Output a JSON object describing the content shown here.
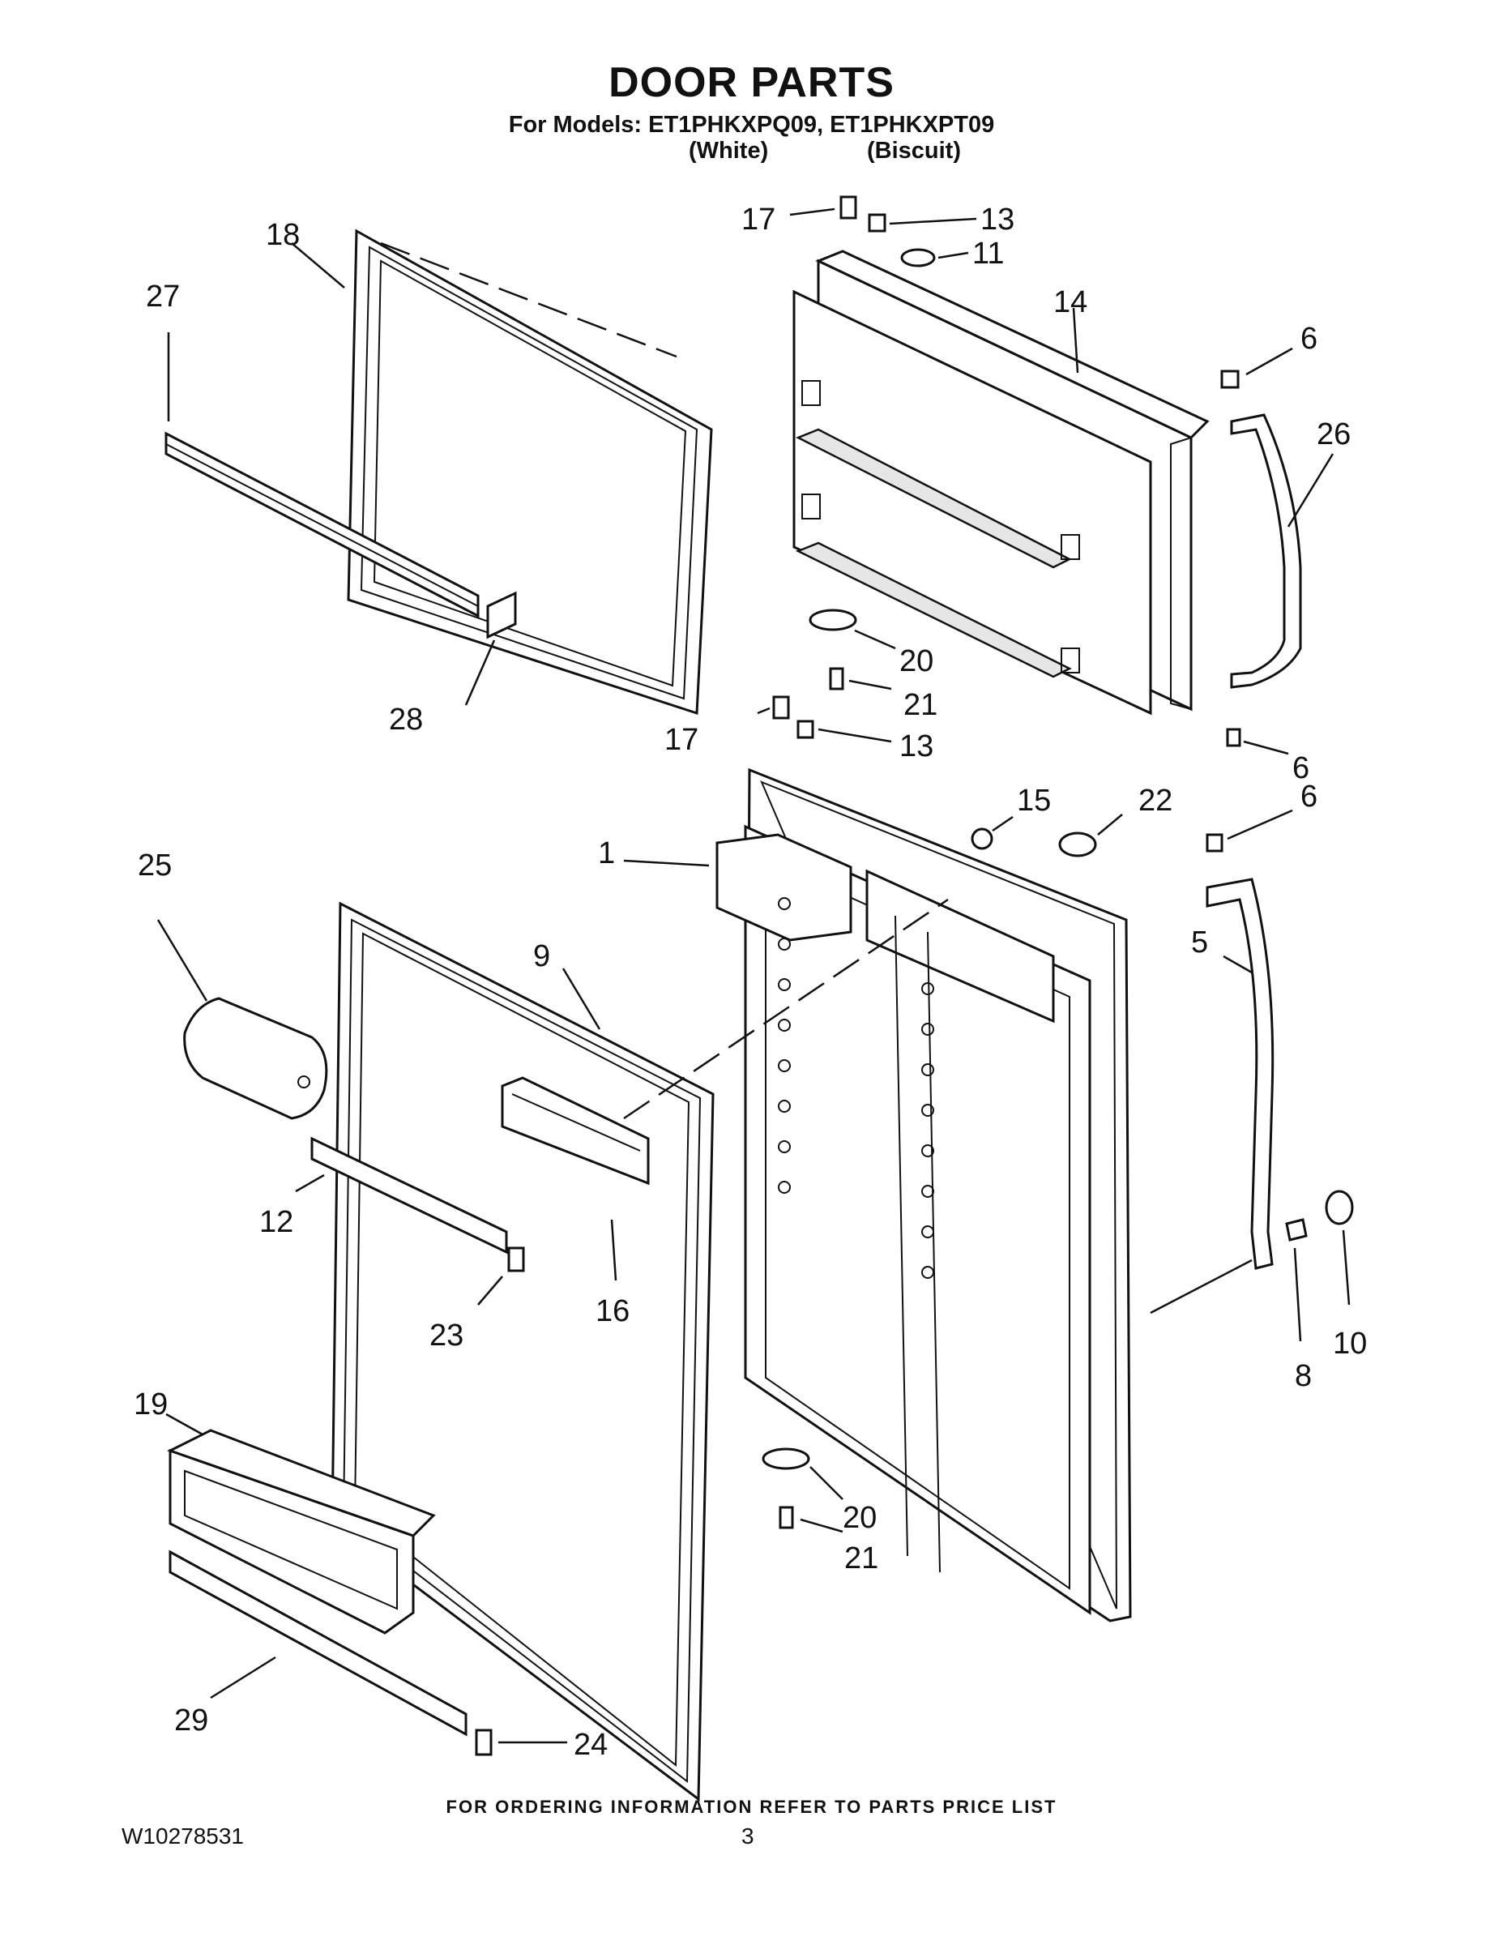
{
  "header": {
    "title": "DOOR PARTS",
    "models_line": "For Models: ET1PHKXPQ09, ET1PHKXPT09",
    "variant_1": "(White)",
    "variant_2": "(Biscuit)"
  },
  "footer": {
    "ordering_note": "FOR ORDERING INFORMATION REFER TO PARTS PRICE LIST",
    "document_number": "W10278531",
    "page_number": "3"
  },
  "callouts": {
    "c1": "1",
    "c5": "5",
    "c6a": "6",
    "c6b": "6",
    "c6c": "6",
    "c8": "8",
    "c9": "9",
    "c10": "10",
    "c11": "11",
    "c12": "12",
    "c13a": "13",
    "c13b": "13",
    "c14": "14",
    "c15": "15",
    "c16": "16",
    "c17a": "17",
    "c17b": "17",
    "c18": "18",
    "c19": "19",
    "c20a": "20",
    "c20b": "20",
    "c21a": "21",
    "c21b": "21",
    "c22": "22",
    "c23": "23",
    "c24": "24",
    "c25": "25",
    "c26": "26",
    "c27": "27",
    "c28": "28",
    "c29": "29"
  }
}
